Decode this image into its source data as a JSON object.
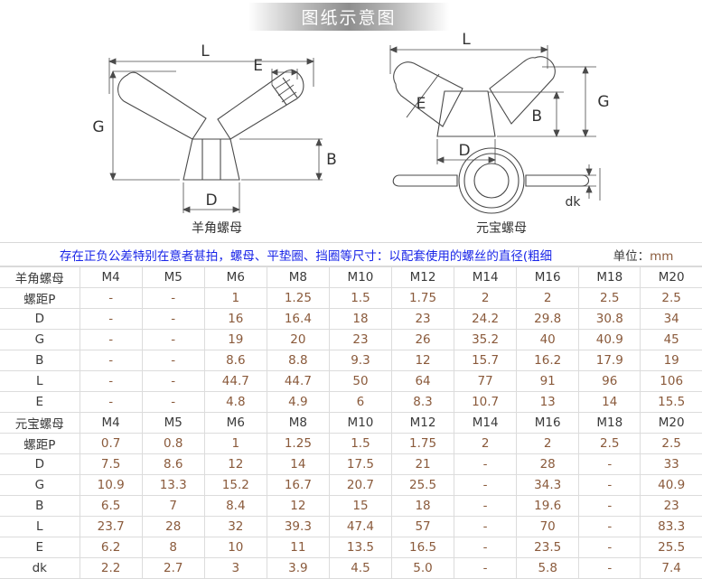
{
  "banner": {
    "title": "图纸示意图"
  },
  "figures": [
    {
      "id": "wing-nut-horn",
      "caption": "羊角螺母",
      "dimension_labels": [
        "L",
        "G",
        "E",
        "B",
        "D"
      ]
    },
    {
      "id": "wing-nut-ingot",
      "caption": "元宝螺母",
      "dimension_labels": [
        "L",
        "E",
        "G",
        "B",
        "D",
        "dk"
      ]
    }
  ],
  "notice": {
    "text": "存在正负公差特别在意者甚拍，螺母、平垫圈、挡圈等尺寸：以配套使用的螺丝的直径(粗细",
    "unit_label": "单位：",
    "unit_value": "mm",
    "color": "#1a26e8"
  },
  "table": {
    "sizes": [
      "M4",
      "M5",
      "M6",
      "M8",
      "M10",
      "M12",
      "M14",
      "M16",
      "M18",
      "M20"
    ],
    "sections": [
      {
        "name": "羊角螺母",
        "rows": [
          {
            "label": "螺距P",
            "values": [
              "-",
              "-",
              "1",
              "1.25",
              "1.5",
              "1.75",
              "2",
              "2",
              "2.5",
              "2.5"
            ]
          },
          {
            "label": "D",
            "values": [
              "-",
              "-",
              "16",
              "16.4",
              "18",
              "23",
              "24.2",
              "29.8",
              "30.8",
              "34"
            ]
          },
          {
            "label": "G",
            "values": [
              "-",
              "-",
              "19",
              "20",
              "23",
              "26",
              "35.2",
              "40",
              "40.9",
              "45"
            ]
          },
          {
            "label": "B",
            "values": [
              "-",
              "-",
              "8.6",
              "8.8",
              "9.3",
              "12",
              "15.7",
              "16.2",
              "17.9",
              "19"
            ]
          },
          {
            "label": "L",
            "values": [
              "-",
              "-",
              "44.7",
              "44.7",
              "50",
              "64",
              "77",
              "91",
              "96",
              "106"
            ]
          },
          {
            "label": "E",
            "values": [
              "-",
              "-",
              "4.8",
              "4.9",
              "6",
              "8.3",
              "10.7",
              "13",
              "14",
              "15.5"
            ]
          }
        ]
      },
      {
        "name": "元宝螺母",
        "rows": [
          {
            "label": "螺距P",
            "values": [
              "0.7",
              "0.8",
              "1",
              "1.25",
              "1.5",
              "1.75",
              "2",
              "2",
              "2.5",
              "2.5"
            ]
          },
          {
            "label": "D",
            "values": [
              "7.5",
              "8.6",
              "12",
              "14",
              "17.5",
              "21",
              "-",
              "28",
              "-",
              "33"
            ]
          },
          {
            "label": "G",
            "values": [
              "10.9",
              "13.3",
              "15.2",
              "16.7",
              "20.7",
              "25.5",
              "-",
              "34.3",
              "-",
              "40.9"
            ]
          },
          {
            "label": "B",
            "values": [
              "6.5",
              "7",
              "8.4",
              "12",
              "15",
              "18",
              "-",
              "19.6",
              "-",
              "23"
            ]
          },
          {
            "label": "L",
            "values": [
              "23.7",
              "28",
              "32",
              "39.3",
              "47.4",
              "57",
              "-",
              "70",
              "-",
              "83.3"
            ]
          },
          {
            "label": "E",
            "values": [
              "6.2",
              "8",
              "10",
              "11",
              "13.5",
              "16.5",
              "-",
              "23.5",
              "-",
              "25.5"
            ]
          },
          {
            "label": "dk",
            "values": [
              "2.2",
              "2.7",
              "3",
              "3.9",
              "4.5",
              "5.0",
              "-",
              "5.8",
              "-",
              "7.4"
            ]
          }
        ]
      }
    ]
  }
}
